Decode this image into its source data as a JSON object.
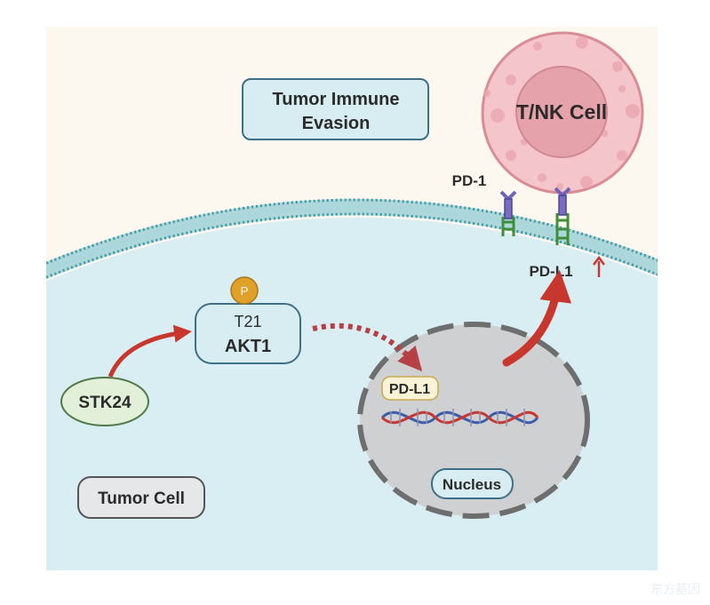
{
  "labels": {
    "tumor_immune_evasion_line1": "Tumor Immune",
    "tumor_immune_evasion_line2": "Evasion",
    "tnk_cell": "T/NK Cell",
    "pd1": "PD-1",
    "pdl1_membrane": "PD-L1",
    "phospho": "P",
    "t21": "T21",
    "akt1": "AKT1",
    "stk24": "STK24",
    "pdl1_gene": "PD-L1",
    "nucleus": "Nucleus",
    "tumor_cell": "Tumor Cell",
    "watermark": "东方基因"
  },
  "colors": {
    "extracellular": "#fcf8ef",
    "cytoplasm": "#d8eef2",
    "membrane": "#5fb3c0",
    "arrow_red": "#c8372e",
    "nucleus_fill": "#cfd0d1",
    "nucleus_border": "#6e6e6e",
    "cell_outer": "#f5c8cd",
    "cell_inner": "#e9a9b1",
    "stk24_fill": "#e2efd9",
    "phospho_fill": "#e0a12a",
    "pdl1_tag_fill": "#fbf3d6",
    "label_box_fill": "#d7edf1"
  },
  "icons": [
    "membrane-bilayer",
    "receptor-pd1",
    "ligand-pdl1",
    "dna-helix",
    "phosphate-circle",
    "up-arrow"
  ]
}
